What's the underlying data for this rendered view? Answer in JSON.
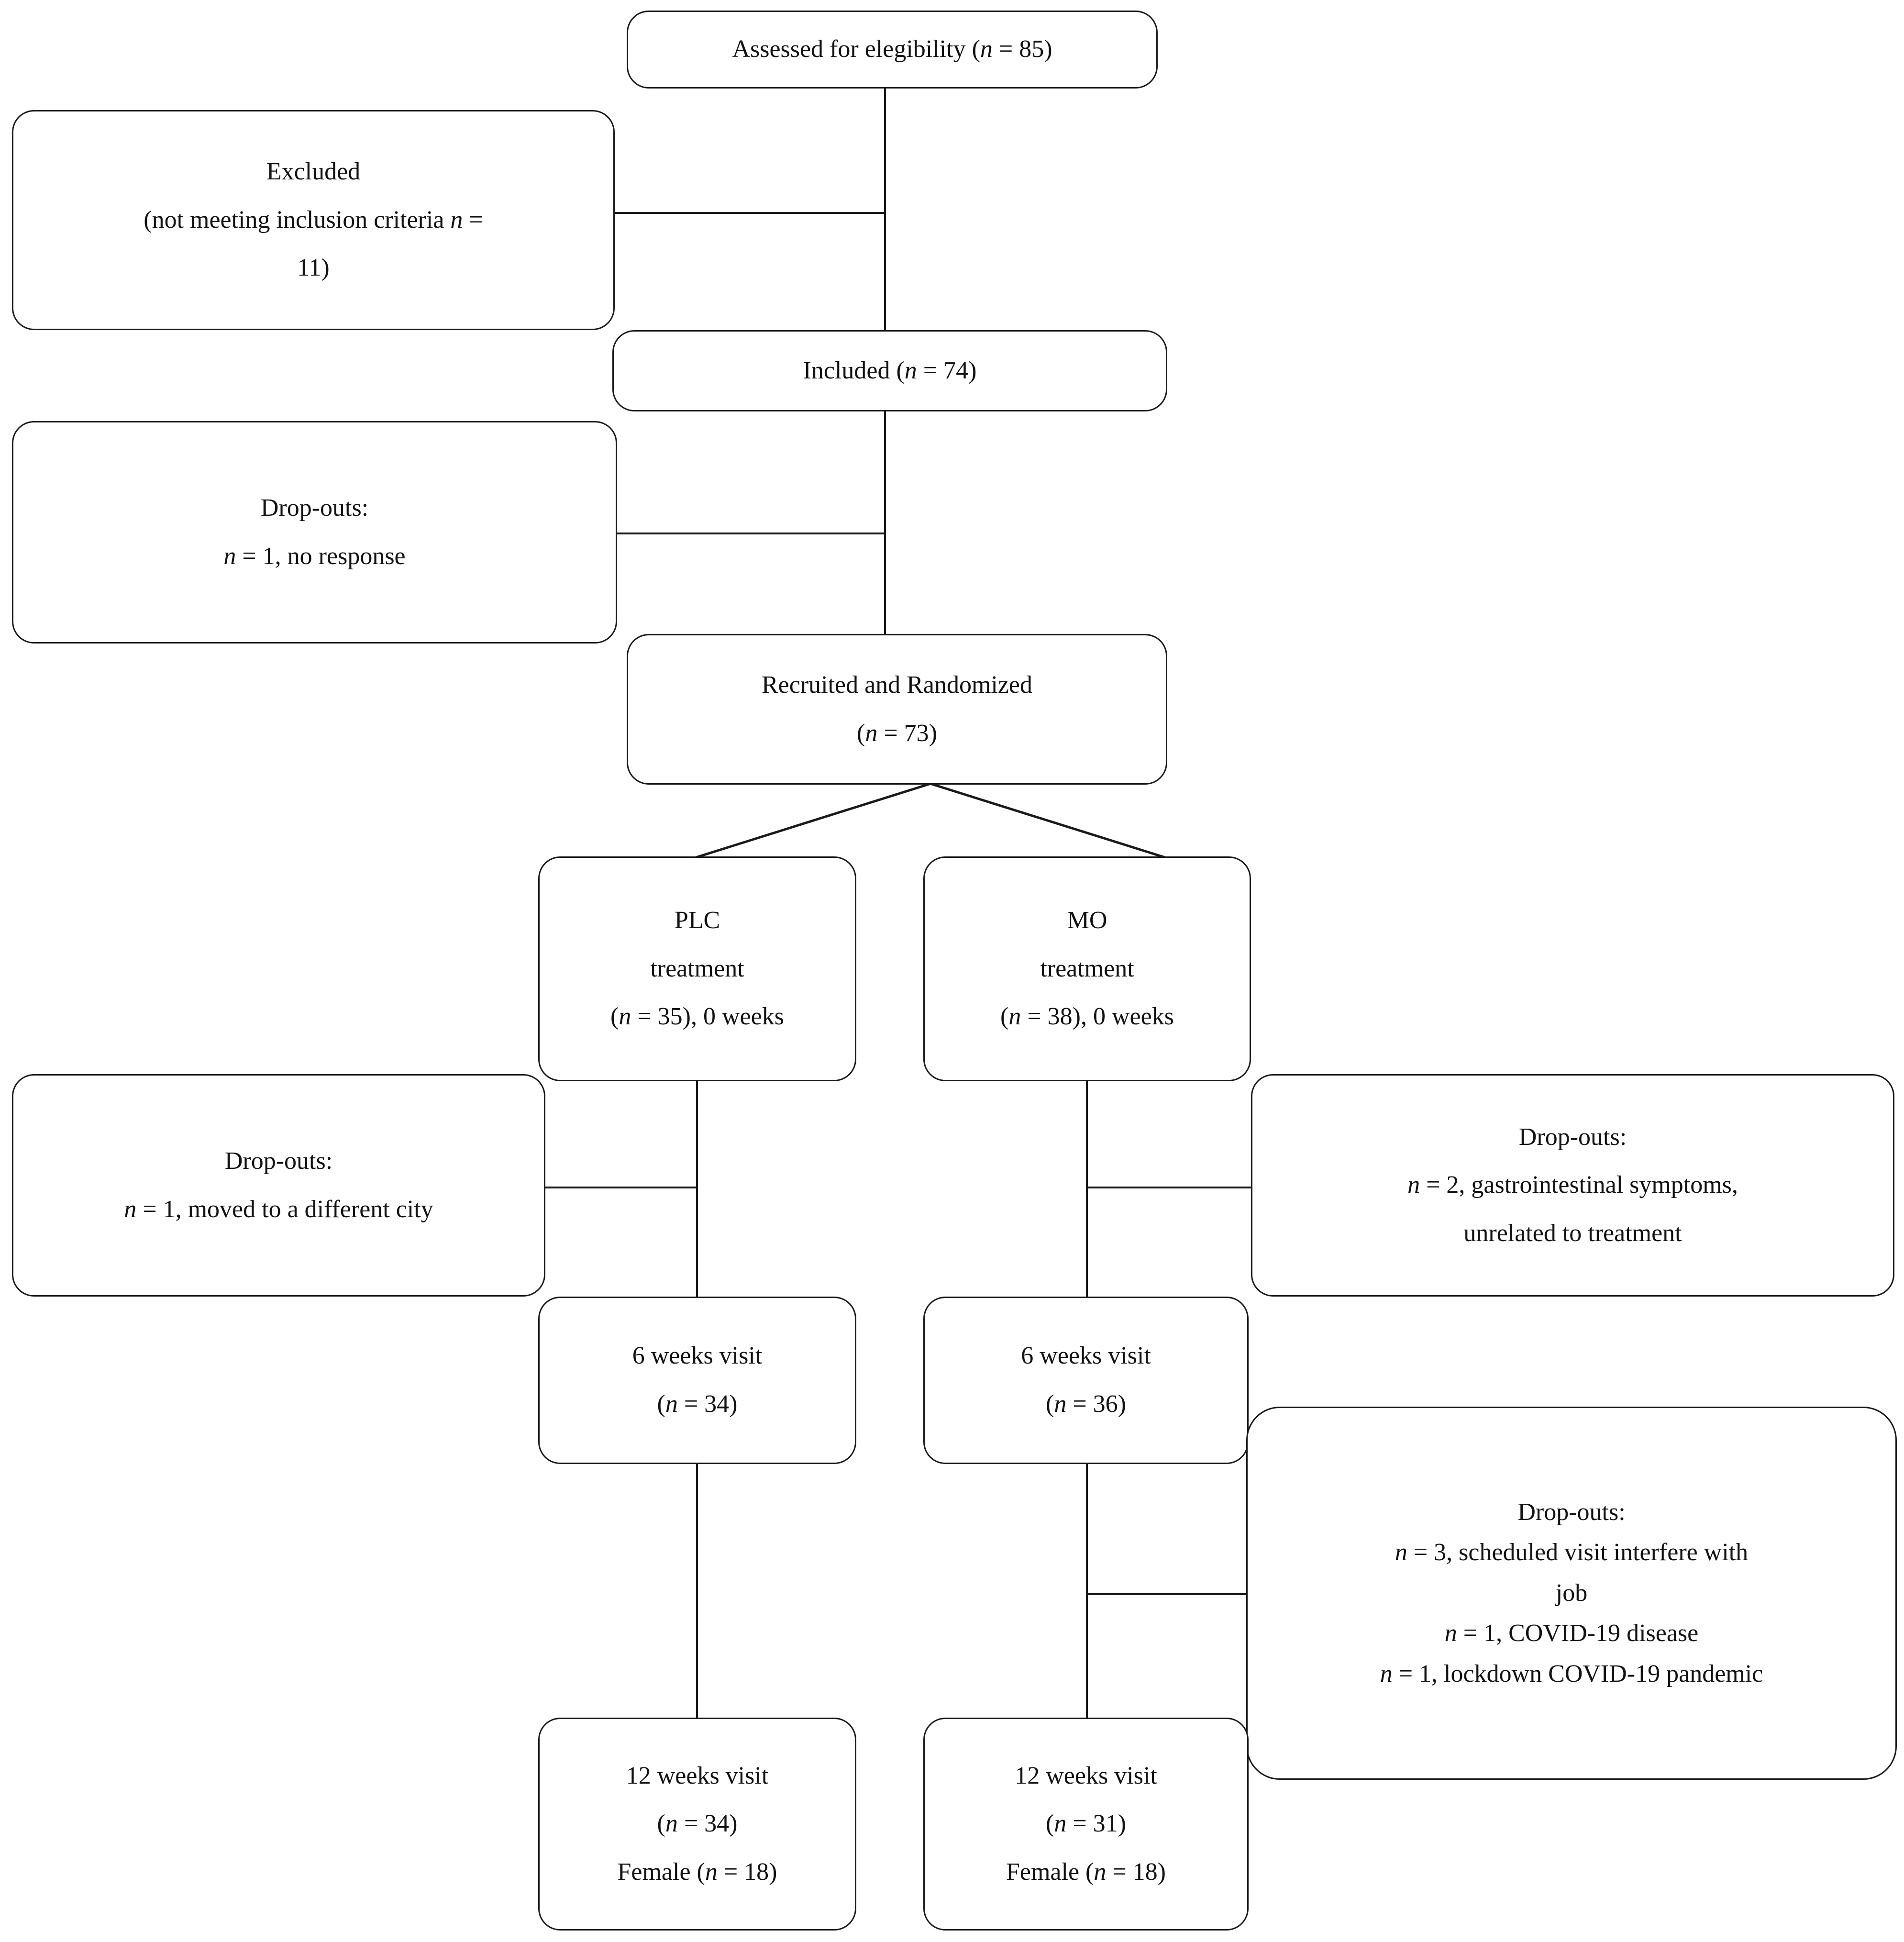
{
  "diagram": {
    "title": "CONSORT participant flow diagram",
    "line_color": "#1a1a1a",
    "box_fill": "#ffffff",
    "nodes": {
      "assessed": {
        "line1": "Assessed for elegibility (n = 85)"
      },
      "excluded": {
        "line1": "Excluded",
        "line2": "(not meeting inclusion criteria n =",
        "line3": "11)"
      },
      "included": {
        "line1": "Included (n = 74)"
      },
      "dropout_response": {
        "line1": "Drop-outs:",
        "line2": "n = 1, no response"
      },
      "randomized": {
        "line1": "Recruited and Randomized",
        "line2": "(n = 73)"
      },
      "plc_treatment": {
        "line1": "PLC",
        "line2": "treatment",
        "line3": "(n = 35), 0 weeks"
      },
      "mo_treatment": {
        "line1": "MO",
        "line2": "treatment",
        "line3": "(n = 38), 0 weeks"
      },
      "dropout_moved": {
        "line1": "Drop-outs:",
        "line2": "n = 1, moved to a different city"
      },
      "dropout_gastro": {
        "line1": "Drop-outs:",
        "line2": "n = 2, gastrointestinal symptoms,",
        "line3": "unrelated to treatment"
      },
      "plc_6weeks": {
        "line1": "6 weeks visit",
        "line2": "(n = 34)"
      },
      "mo_6weeks": {
        "line1": "6 weeks visit",
        "line2": "(n = 36)"
      },
      "dropout_covid": {
        "line1": "Drop-outs:",
        "line2": "n = 3, scheduled visit interfere with",
        "line3": "job",
        "line4": "n = 1, COVID-19 disease",
        "line5": "n = 1, lockdown COVID-19 pandemic"
      },
      "plc_12weeks": {
        "line1": "12 weeks visit",
        "line2": "(n = 34)",
        "line3": "Female (n = 18)"
      },
      "mo_12weeks": {
        "line1": "12 weeks visit",
        "line2": "(n = 31)",
        "line3": "Female (n = 18)"
      }
    }
  }
}
